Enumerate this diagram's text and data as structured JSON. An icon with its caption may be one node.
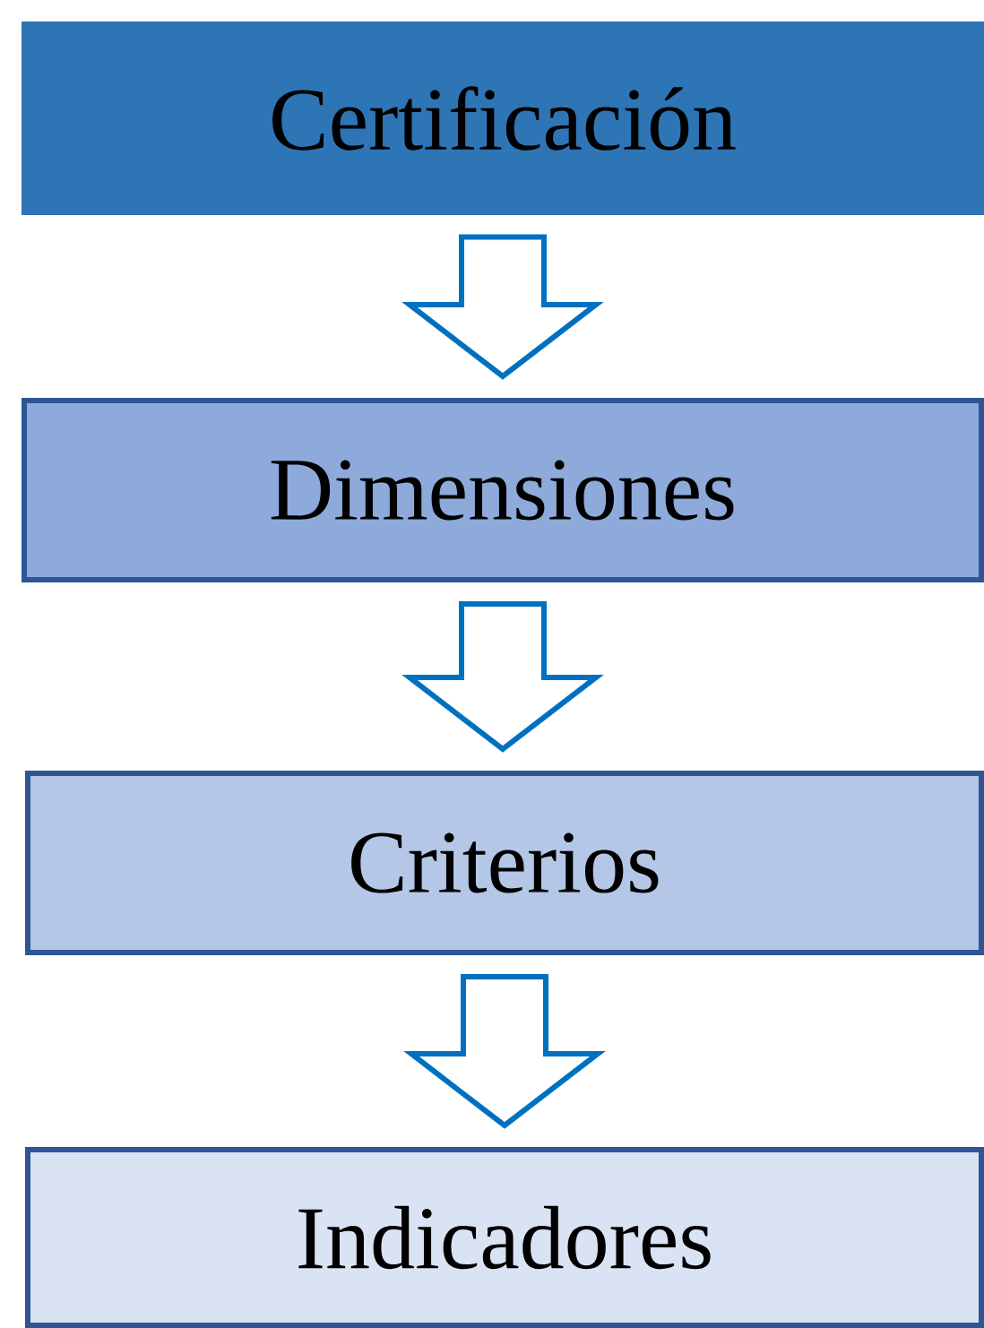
{
  "diagram": {
    "nodes": [
      {
        "text": [
          "Certificación"
        ]
      },
      {
        "text": [
          "Dimensiones"
        ]
      },
      {
        "text": [
          "Criterios"
        ]
      },
      {
        "text": [
          "Indicadores"
        ]
      }
    ],
    "edges": [
      {
        "from": 0,
        "to": 1,
        "arrow": "to"
      },
      {
        "from": 1,
        "to": 2,
        "arrow": "to"
      },
      {
        "from": 2,
        "to": 3,
        "arrow": "to"
      }
    ]
  }
}
